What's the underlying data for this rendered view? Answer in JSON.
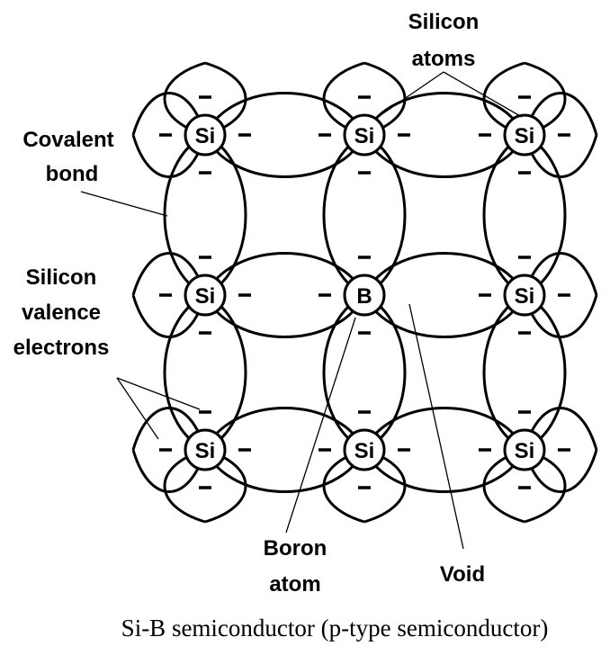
{
  "atoms": [
    {
      "symbol": "Si"
    },
    {
      "symbol": "Si"
    },
    {
      "symbol": "Si"
    },
    {
      "symbol": "Si"
    },
    {
      "symbol": "B"
    },
    {
      "symbol": "Si"
    },
    {
      "symbol": "Si"
    },
    {
      "symbol": "Si"
    },
    {
      "symbol": "Si"
    }
  ],
  "electron_symbol": "−",
  "labels": {
    "silicon_atoms": [
      "Silicon",
      "atoms"
    ],
    "covalent_bond": [
      "Covalent",
      "bond"
    ],
    "valence_electrons": [
      "Silicon",
      "valence",
      "electrons"
    ],
    "boron_atom": [
      "Boron",
      "atom"
    ],
    "void": "Void"
  },
  "caption": "Si-B semiconductor (p-type semiconductor)"
}
